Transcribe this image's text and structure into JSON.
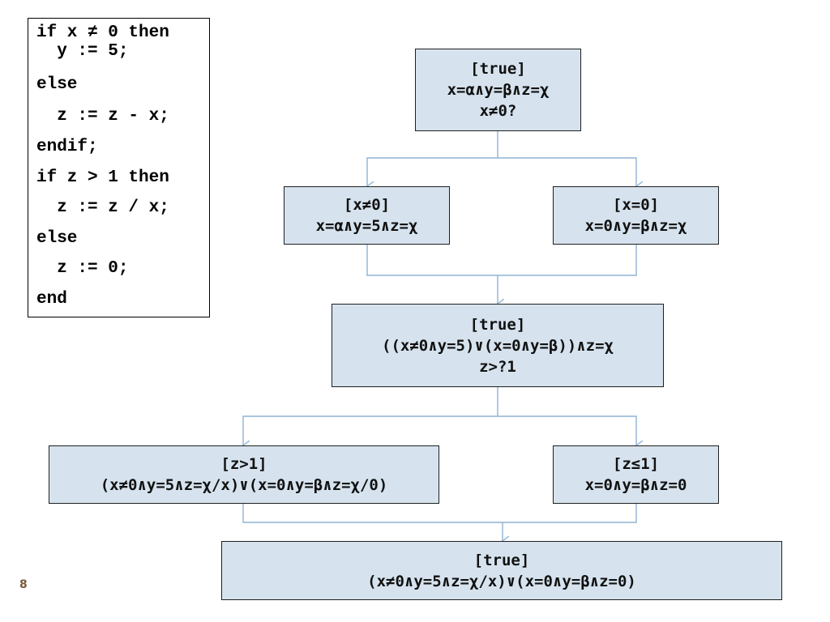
{
  "code": {
    "lines": [
      "if x ≠ 0 then",
      "  y := 5;",
      "else",
      "  z := z - x;",
      "endif;",
      "if z > 1 then",
      "  z := z / x;",
      "else",
      "  z := 0;",
      "end"
    ]
  },
  "nodes": {
    "root": [
      "[true]",
      "x=α∧y=β∧z=χ",
      "x≠0?"
    ],
    "branch_x_nonzero": [
      "[x≠0]",
      "x=α∧y=5∧z=χ"
    ],
    "branch_x_zero": [
      "[x=0]",
      "x=0∧y=β∧z=χ"
    ],
    "merge1": [
      "[true]",
      "((x≠0∧y=5)∨(x=0∧y=β))∧z=χ",
      "z>?1"
    ],
    "branch_z_gt1": [
      "[z>1]",
      "(x≠0∧y=5∧z=χ/x)∨(x=0∧y=β∧z=χ/0)"
    ],
    "branch_z_le1": [
      "[z≤1]",
      "x=0∧y=β∧z=0"
    ],
    "final": [
      "[true]",
      "(x≠0∧y=5∧z=χ/x)∨(x=0∧y=β∧z=0)"
    ]
  },
  "slide_number": "8",
  "colors": {
    "node_fill": "#d6e3ee",
    "connector": "#8fb4d4",
    "slide_number": "#7a5a3a"
  }
}
